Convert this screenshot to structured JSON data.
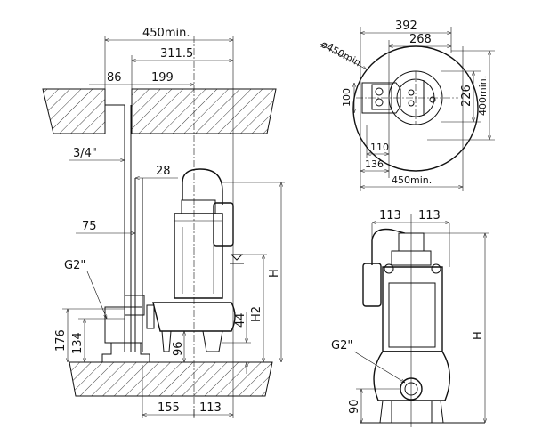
{
  "side_view": {
    "dims": {
      "total_min": "450min.",
      "centre_offset": "311.5",
      "pipe_offset": "86",
      "pump_offset": "199",
      "pipe_thread": "3/4\"",
      "gap": "28",
      "guide": "75",
      "outlet": "G2\"",
      "outlet_height": "176",
      "outlet_height_inner": "134",
      "foot_height": "96",
      "level_min": "44",
      "h2": "H2",
      "h": "H",
      "base_left": "155",
      "base_right": "113"
    }
  },
  "top_view": {
    "dims": {
      "width_392": "392",
      "width_268": "268",
      "diameter": "ø450min.",
      "rail_width": "100",
      "pump_depth": "226",
      "pit_depth": "400min.",
      "rail_110": "110",
      "rail_136": "136",
      "pit_width": "450min."
    }
  },
  "front_view": {
    "dims": {
      "half_left": "113",
      "half_right": "113",
      "outlet": "G2\"",
      "h": "H",
      "outlet_height": "90"
    }
  }
}
